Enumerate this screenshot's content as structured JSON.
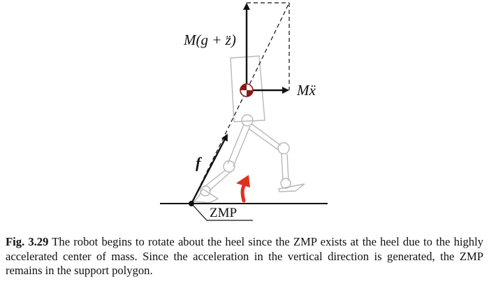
{
  "figure": {
    "labels": {
      "vertical_force": "M(g + z̈)",
      "horizontal_force": "Mẍ",
      "reaction_force": "f",
      "zmp": "ZMP"
    },
    "colors": {
      "outline": "#b8b8b8",
      "arrow": "#111111",
      "com_marker": "#8b1a1a",
      "rotation_arrow": "#e0301e"
    }
  },
  "caption": {
    "label": "Fig. 3.29",
    "text": "The robot begins to rotate about the heel since the ZMP exists at the heel due to the highly accelerated center of mass. Since the acceleration in the vertical direction is generated, the ZMP remains in the support polygon."
  }
}
